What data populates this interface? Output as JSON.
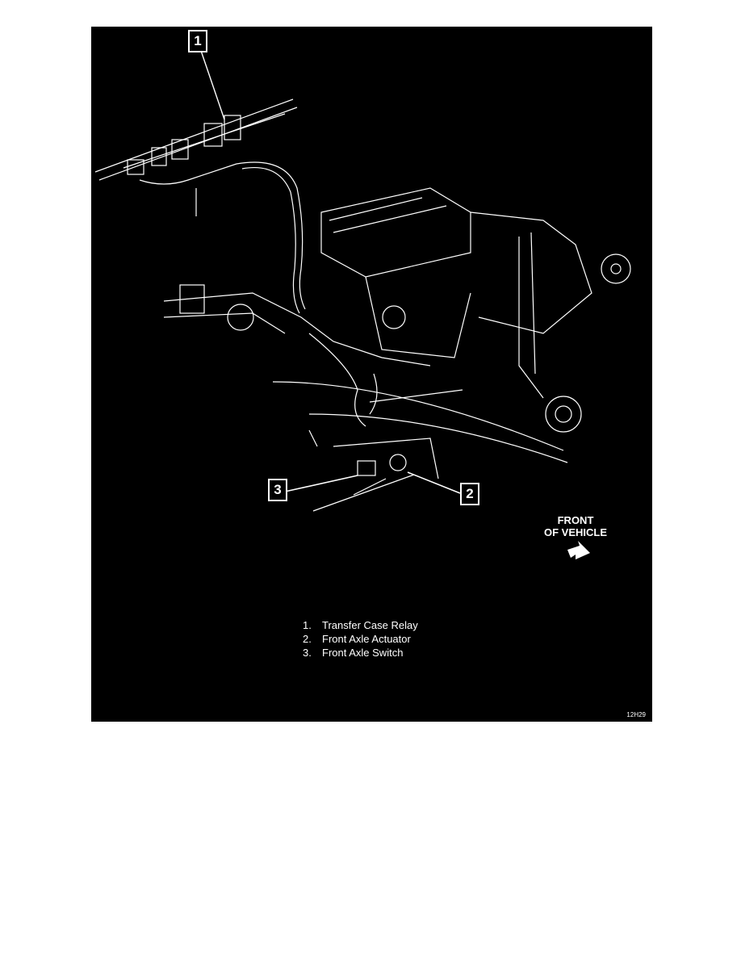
{
  "figure": {
    "callouts": [
      {
        "label": "1"
      },
      {
        "label": "2"
      },
      {
        "label": "3"
      }
    ],
    "orientation": {
      "line1": "FRONT",
      "line2": "OF VEHICLE",
      "icon": "arrow-right-down-icon"
    },
    "legend": [
      {
        "num": "1.",
        "text": "Transfer Case Relay"
      },
      {
        "num": "2.",
        "text": "Front Axle Actuator"
      },
      {
        "num": "3.",
        "text": "Front Axle Switch"
      }
    ],
    "figure_id": "12H29",
    "colors": {
      "background": "#000000",
      "lines": "#ffffff",
      "page": "#ffffff"
    }
  }
}
